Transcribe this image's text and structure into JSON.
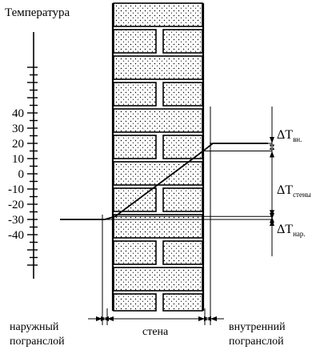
{
  "figure": {
    "title": "Температура",
    "temperature_ticks": [
      "40",
      "30",
      "20",
      "10",
      "0",
      "-10",
      "-20",
      "-30",
      "-40"
    ],
    "temperature_profile": {
      "outside_air": -30,
      "outer_surface": -28,
      "inner_surface": 15,
      "inside_air": 20
    },
    "delta_labels": {
      "inner": {
        "main": "ΔT",
        "sub": "вн."
      },
      "wall": {
        "main": "ΔT",
        "sub": "стены"
      },
      "outer": {
        "main": "ΔT",
        "sub": "нар."
      }
    },
    "bottom_labels": {
      "outer_line1": "наружный",
      "outer_line2": "погранслой",
      "wall": "стена",
      "inner_line1": "внутренний",
      "inner_line2": "погранслой"
    },
    "colors": {
      "ink": "#000000",
      "background": "#ffffff"
    }
  }
}
